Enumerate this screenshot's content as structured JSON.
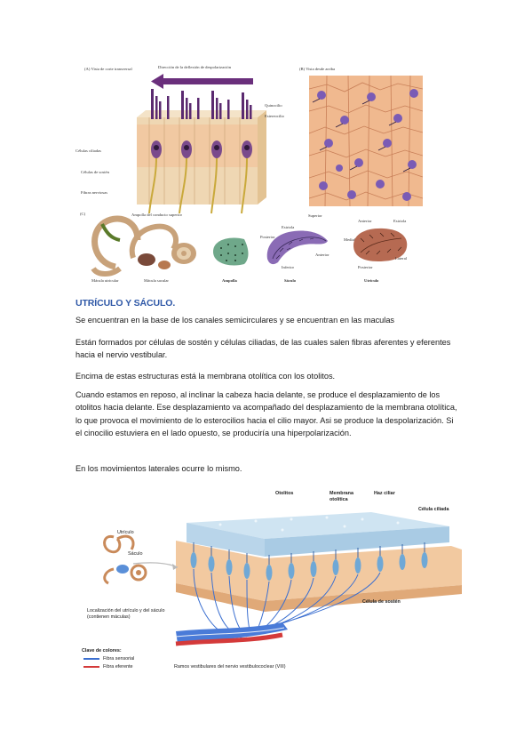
{
  "figure1": {
    "label_a": "(A) Vista de corte transversal",
    "arrow_caption": "Dirección de la deflexión de despolarización",
    "label_b": "(B) Vista desde arriba",
    "kinocilium": "Quinocilio",
    "stereocilium": "Estereocilio",
    "hair_cells": "Células ciliadas",
    "support_cells": "Células de sostén",
    "nerve_fibers": "Fibras nerviosas",
    "label_c": "(C)",
    "ampulla_of_canal": "Ampolla del conducto superior",
    "macula_utricle": "Mácula utricular",
    "macula_saccule": "Mácula sacular",
    "ampulla": "Ampolla",
    "saccule": "Sáculo",
    "utricle": "Utrículo",
    "superior": "Superior",
    "posterior": "Posterior",
    "anterior": "Anterior",
    "inferior": "Inferior",
    "striola": "Estriola",
    "medial": "Medial",
    "lateral": "Lateral"
  },
  "heading": "UTRÍCULO Y SÁCULO.",
  "paragraphs": [
    "Se encuentran en la base de los canales semicirculares y se encuentran en las maculas",
    "Están formados por células de sostén y células ciliadas, de las cuales salen fibras aferentes y eferentes hacia el nervio vestibular.",
    "Encima de estas estructuras está la membrana otolítica con los otolitos.",
    "Cuando estamos en reposo, al inclinar la cabeza hacia delante, se produce el desplazamiento de los otolitos hacia delante. Ese desplazamiento va acompañado del desplazamiento de la membrana otolítica, lo que provoca el movimiento de lo esterocilios hacia el cilio mayor. Asi se produce la despolarización. Si el cinocilio estuviera en el lado opuesto, se produciría una hiperpolarización.",
    "En los movimientos laterales ocurre lo mismo."
  ],
  "figure2": {
    "otoliths": "Otolitos",
    "otolithic_membrane": "Membrana otolítica",
    "hair_bundle": "Haz ciliar",
    "hair_cell": "Célula ciliada",
    "utricle": "Utrículo",
    "saccule": "Sáculo",
    "location": "Localización del utrículo y del sáculo (contienen máculas)",
    "support_cell": "Célula de sostén",
    "color_key": "Clave de colores:",
    "sensory_fiber": "Fibra sensorial",
    "efferent_fiber": "Fibra eferente",
    "nerve_branches": "Ramos vestibulares del nervio vestibulococlear (VIII)",
    "colors": {
      "sensory": "#3b6fd0",
      "efferent": "#d43a3a"
    }
  }
}
